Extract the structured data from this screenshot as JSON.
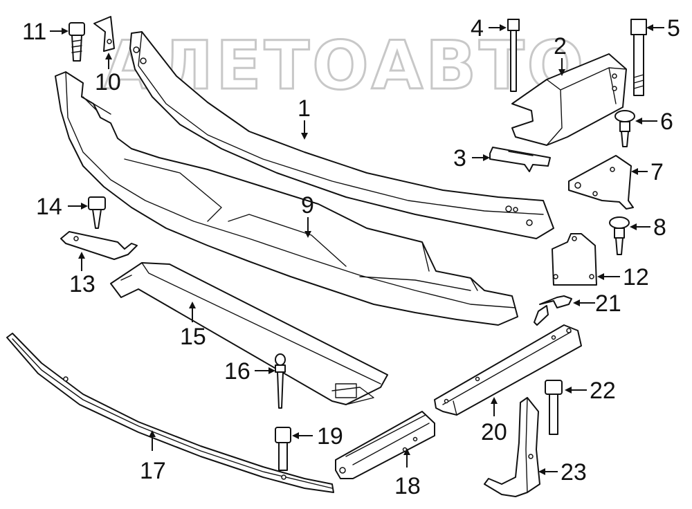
{
  "watermark": {
    "text": "АЛЕТОАВТО"
  },
  "callouts": [
    {
      "id": "callout-1",
      "label": "1"
    },
    {
      "id": "callout-2",
      "label": "2"
    },
    {
      "id": "callout-3",
      "label": "3"
    },
    {
      "id": "callout-4",
      "label": "4"
    },
    {
      "id": "callout-5",
      "label": "5"
    },
    {
      "id": "callout-6",
      "label": "6"
    },
    {
      "id": "callout-7",
      "label": "7"
    },
    {
      "id": "callout-8",
      "label": "8"
    },
    {
      "id": "callout-9",
      "label": "9"
    },
    {
      "id": "callout-10",
      "label": "10"
    },
    {
      "id": "callout-11",
      "label": "11"
    },
    {
      "id": "callout-12",
      "label": "12"
    },
    {
      "id": "callout-13",
      "label": "13"
    },
    {
      "id": "callout-14",
      "label": "14"
    },
    {
      "id": "callout-15",
      "label": "15"
    },
    {
      "id": "callout-16",
      "label": "16"
    },
    {
      "id": "callout-17",
      "label": "17"
    },
    {
      "id": "callout-18",
      "label": "18"
    },
    {
      "id": "callout-19",
      "label": "19"
    },
    {
      "id": "callout-20",
      "label": "20"
    },
    {
      "id": "callout-21",
      "label": "21"
    },
    {
      "id": "callout-22",
      "label": "22"
    },
    {
      "id": "callout-23",
      "label": "23"
    }
  ]
}
